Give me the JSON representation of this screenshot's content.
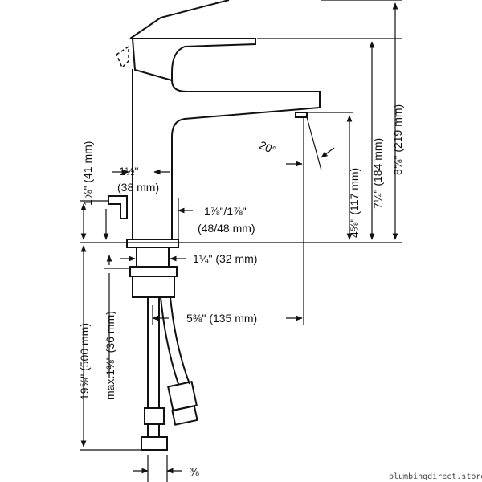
{
  "dimensions": {
    "lever_reach": "1½\"",
    "lever_reach_mm": "(38 mm)",
    "lever_height": "1⅝\" (41 mm)",
    "base_diameter": "1⅞\"/1⅞\"",
    "base_diameter_mm": "(48/48 mm)",
    "shank_diameter": "1¼\" (32 mm)",
    "spout_reach": "5⅜\" (135 mm)",
    "spout_height": "4⅝\" (117 mm)",
    "spout_top": "7¼\" (184 mm)",
    "overall_height": "8⅝\" (219 mm)",
    "hose_length": "19⅝\" (500 mm)",
    "max_deck": "max.1⅜\" (36 mm)",
    "connection": "⅜",
    "angle": "20°"
  },
  "watermark": "plumbingdirect.store",
  "colors": {
    "line": "#111111",
    "background": "#ffffff"
  }
}
